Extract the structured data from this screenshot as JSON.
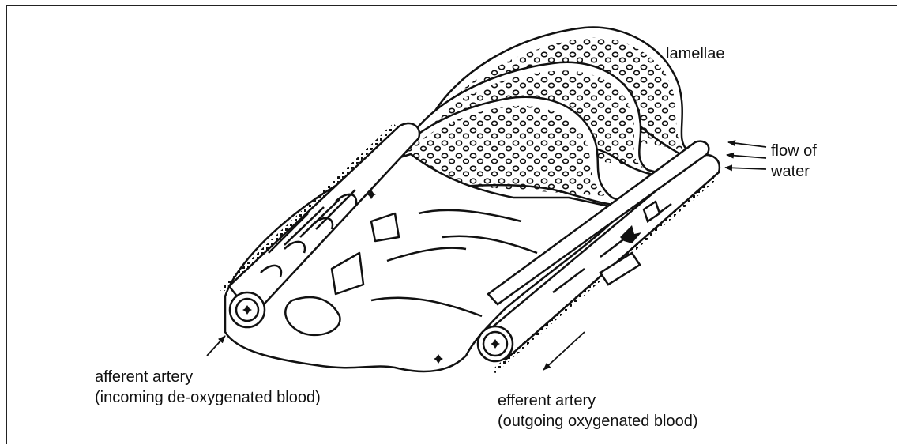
{
  "labels": {
    "lamellae": "lamellae",
    "flow_line1": "flow of",
    "flow_line2": "water",
    "afferent_line1": "afferent artery",
    "afferent_line2": "(incoming de-oxygenated blood)",
    "efferent_line1": "efferent artery",
    "efferent_line2": "(outgoing oxygenated blood)"
  },
  "icons": {
    "water_flow": "left-arrow-icon",
    "afferent_pointer": "up-right-arrow-icon",
    "efferent_flow": "down-left-arrow-icon",
    "blood_flow_marker": "asterisk-icon"
  }
}
